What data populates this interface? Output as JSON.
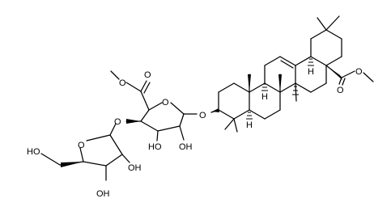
{
  "labels": {
    "ester_o_sugar_carbonyl": "O",
    "ester_o_sugar_methoxy": "O",
    "ring_o_glucuronide": "O",
    "glycosidic_o_aglycone": "O",
    "glycosidic_o_arabinose": "O",
    "ring_o_arabinose": "O",
    "oh_c3_glucuronide": "HO",
    "oh_c2_glucuronide": "OH",
    "oh_c2_arabinose": "OH",
    "oh_c3_arabinose": "OH",
    "oh_c5_arabinose": "HO",
    "ester_o_aglycone_carbonyl": "O",
    "ester_o_aglycone_methoxy": "O",
    "h_c18": "H",
    "h_c9": "H",
    "h_c5": "H"
  }
}
